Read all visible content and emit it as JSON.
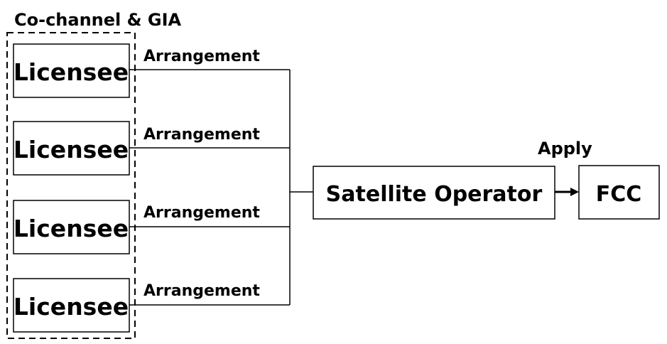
{
  "group": {
    "title": "Co-channel & GIA"
  },
  "licensees": [
    {
      "label": "Licensee",
      "arrangement_label": "Arrangement"
    },
    {
      "label": "Licensee",
      "arrangement_label": "Arrangement"
    },
    {
      "label": "Licensee",
      "arrangement_label": "Arrangement"
    },
    {
      "label": "Licensee",
      "arrangement_label": "Arrangement"
    }
  ],
  "operator": {
    "label": "Satellite Operator"
  },
  "apply": {
    "label": "Apply"
  },
  "fcc": {
    "label": "FCC"
  }
}
